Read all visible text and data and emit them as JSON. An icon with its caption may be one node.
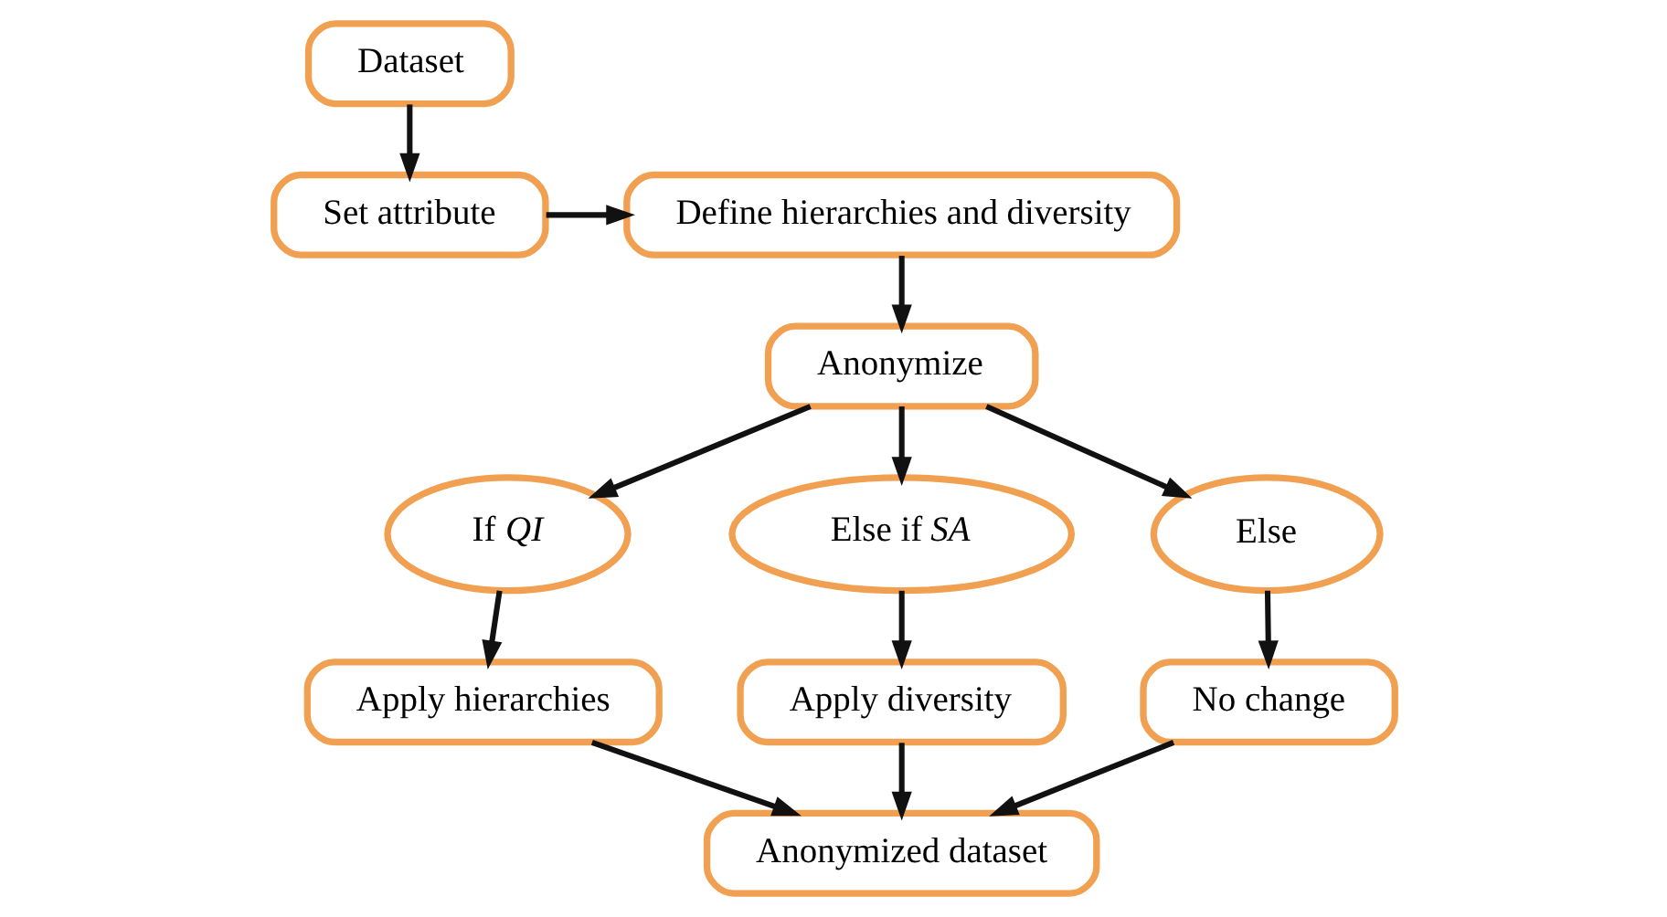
{
  "diagram": {
    "nodes": [
      {
        "text": [
          "Dataset"
        ]
      },
      {
        "text": [
          "Set attribute"
        ]
      },
      {
        "text": [
          "Define hierarchies and diversity"
        ]
      },
      {
        "text": [
          "Anonymize"
        ]
      },
      {
        "text": [
          "If *QI*"
        ]
      },
      {
        "text": [
          "Else if *SA*"
        ]
      },
      {
        "text": [
          "Else"
        ]
      },
      {
        "text": [
          "Apply hierarchies"
        ]
      },
      {
        "text": [
          "Apply diversity"
        ]
      },
      {
        "text": [
          "No change"
        ]
      },
      {
        "text": [
          "Anonymized dataset"
        ]
      }
    ],
    "edges": [
      {
        "from": 0,
        "to": 1,
        "arrow": "to"
      },
      {
        "from": 1,
        "to": 2,
        "arrow": "to"
      },
      {
        "from": 2,
        "to": 3,
        "arrow": "to"
      },
      {
        "from": 3,
        "to": 4,
        "arrow": "to"
      },
      {
        "from": 3,
        "to": 5,
        "arrow": "to"
      },
      {
        "from": 3,
        "to": 6,
        "arrow": "to"
      },
      {
        "from": 4,
        "to": 7,
        "arrow": "to"
      },
      {
        "from": 5,
        "to": 8,
        "arrow": "to"
      },
      {
        "from": 6,
        "to": 9,
        "arrow": "to"
      },
      {
        "from": 7,
        "to": 10,
        "arrow": "to"
      },
      {
        "from": 8,
        "to": 10,
        "arrow": "to"
      },
      {
        "from": 9,
        "to": 10,
        "arrow": "to"
      }
    ]
  }
}
